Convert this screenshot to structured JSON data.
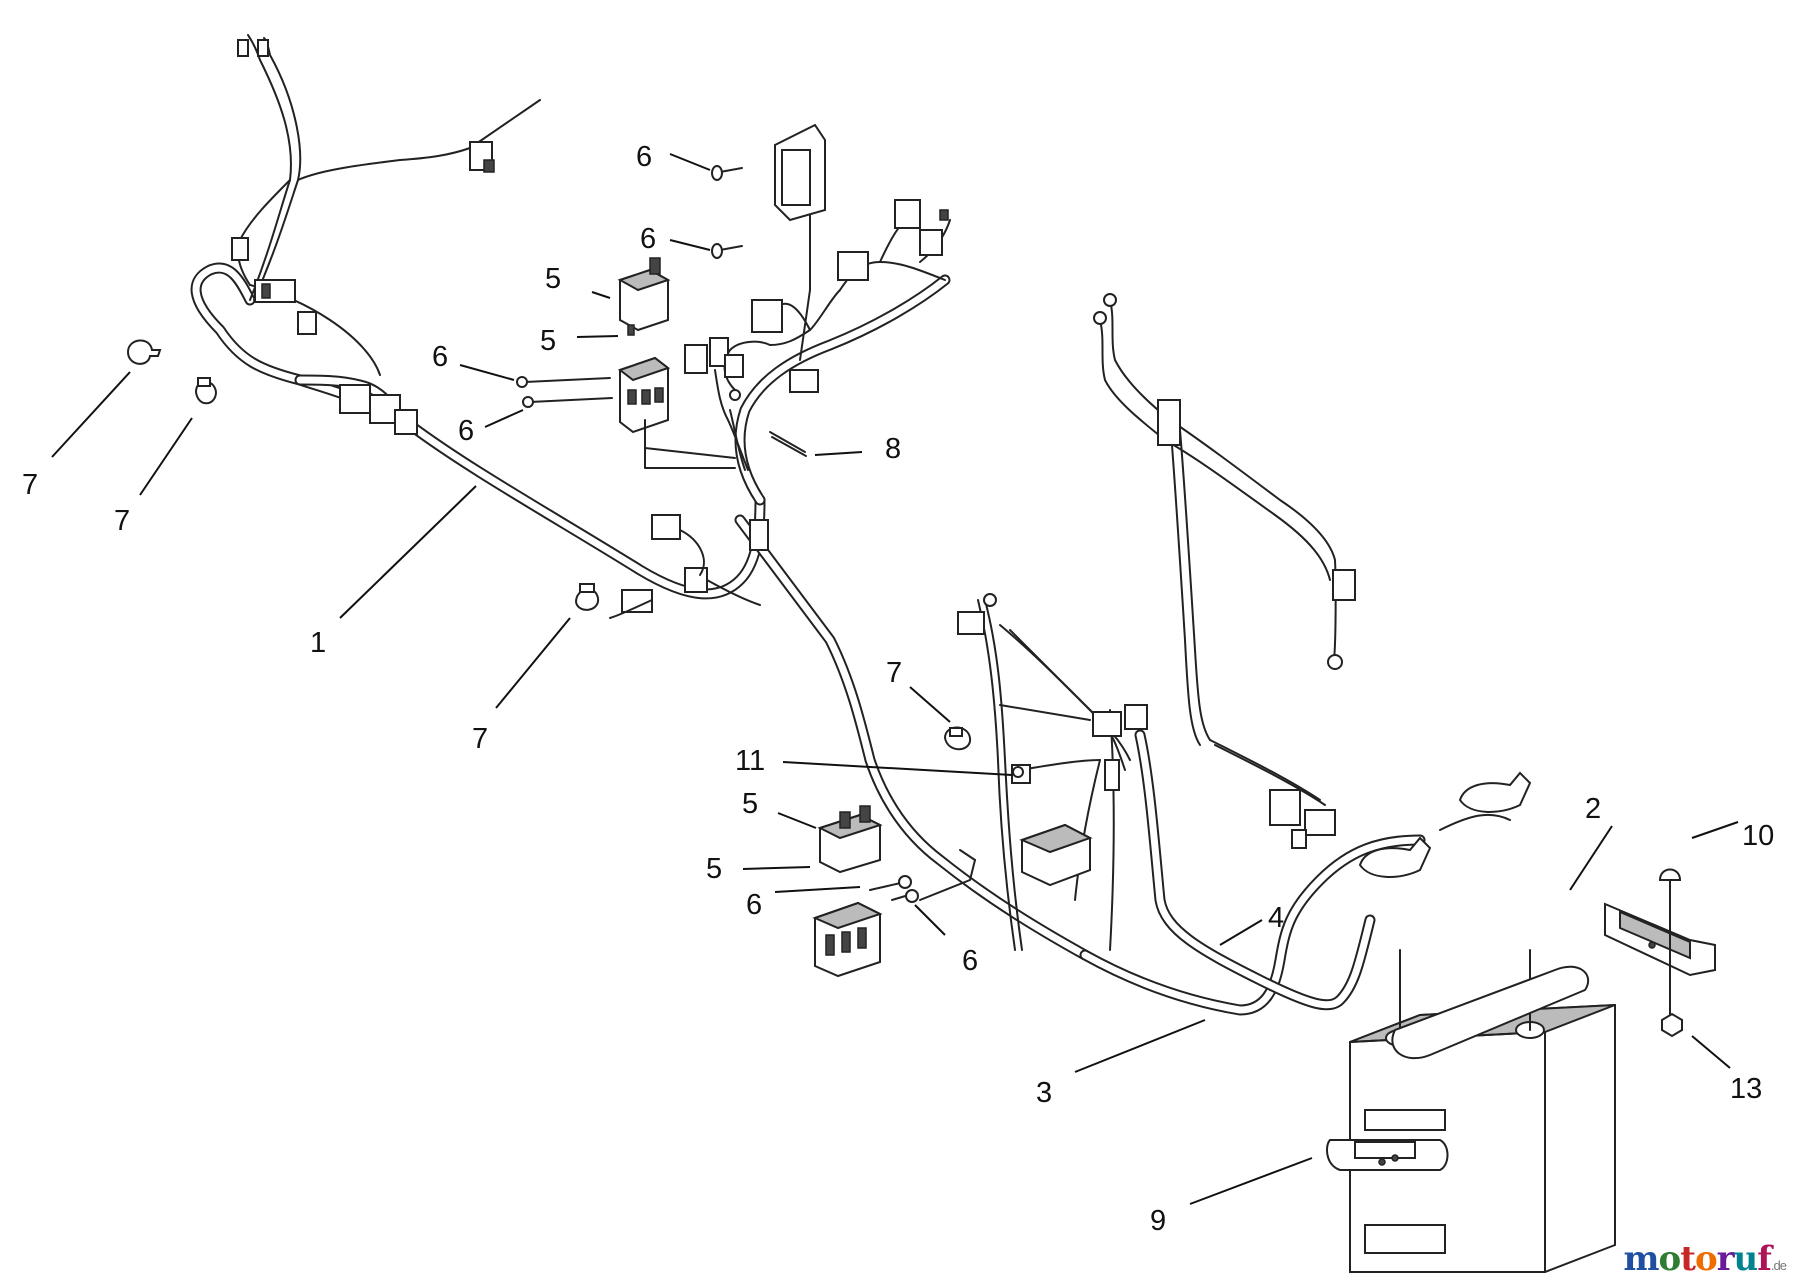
{
  "callouts": [
    {
      "id": "c1",
      "text": "1"
    },
    {
      "id": "c2",
      "text": "2"
    },
    {
      "id": "c3",
      "text": "3"
    },
    {
      "id": "c4",
      "text": "4"
    },
    {
      "id": "c5a",
      "text": "5"
    },
    {
      "id": "c5b",
      "text": "5"
    },
    {
      "id": "c5c",
      "text": "5"
    },
    {
      "id": "c5d",
      "text": "5"
    },
    {
      "id": "c6a",
      "text": "6"
    },
    {
      "id": "c6b",
      "text": "6"
    },
    {
      "id": "c6c",
      "text": "6"
    },
    {
      "id": "c6d",
      "text": "6"
    },
    {
      "id": "c6e",
      "text": "6"
    },
    {
      "id": "c6f",
      "text": "6"
    },
    {
      "id": "c7a",
      "text": "7"
    },
    {
      "id": "c7b",
      "text": "7"
    },
    {
      "id": "c7c",
      "text": "7"
    },
    {
      "id": "c7d",
      "text": "7"
    },
    {
      "id": "c8",
      "text": "8"
    },
    {
      "id": "c9",
      "text": "9"
    },
    {
      "id": "c10",
      "text": "10"
    },
    {
      "id": "c11",
      "text": "11"
    },
    {
      "id": "c13",
      "text": "13"
    }
  ],
  "watermark": {
    "letters": [
      "m",
      "o",
      "t",
      "o",
      "r",
      "u",
      "f"
    ],
    "colors": [
      "#1f4fa0",
      "#2e7d32",
      "#c62828",
      "#ef6c00",
      "#6a1b9a",
      "#00838f",
      "#ad1457"
    ],
    "suffix": ".de"
  }
}
